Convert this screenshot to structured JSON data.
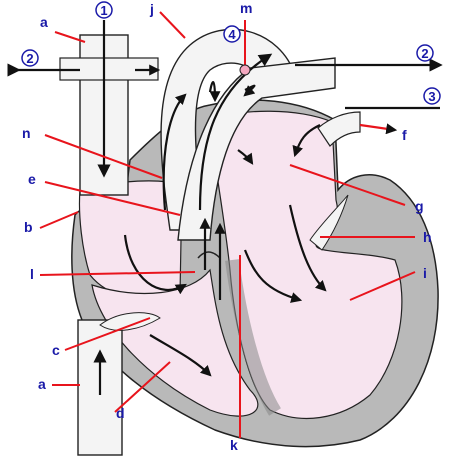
{
  "labels": {
    "a_top": "a",
    "a_bottom": "a",
    "b": "b",
    "c": "c",
    "d": "d",
    "e": "e",
    "f": "f",
    "g": "g",
    "h": "h",
    "i": "i",
    "j": "j",
    "k": "k",
    "l": "l",
    "m": "m",
    "n": "n"
  },
  "numbers": {
    "one": "1",
    "two_left": "2",
    "two_right": "2",
    "three": "3",
    "four": "4"
  },
  "colors": {
    "label": "#1a1aa8",
    "leader_line": "#e8141c",
    "chamber_fill": "#f7e4ef",
    "wall_fill": "#b9b9b9",
    "outline": "#222222",
    "marker_m": "#f4a8c0"
  }
}
